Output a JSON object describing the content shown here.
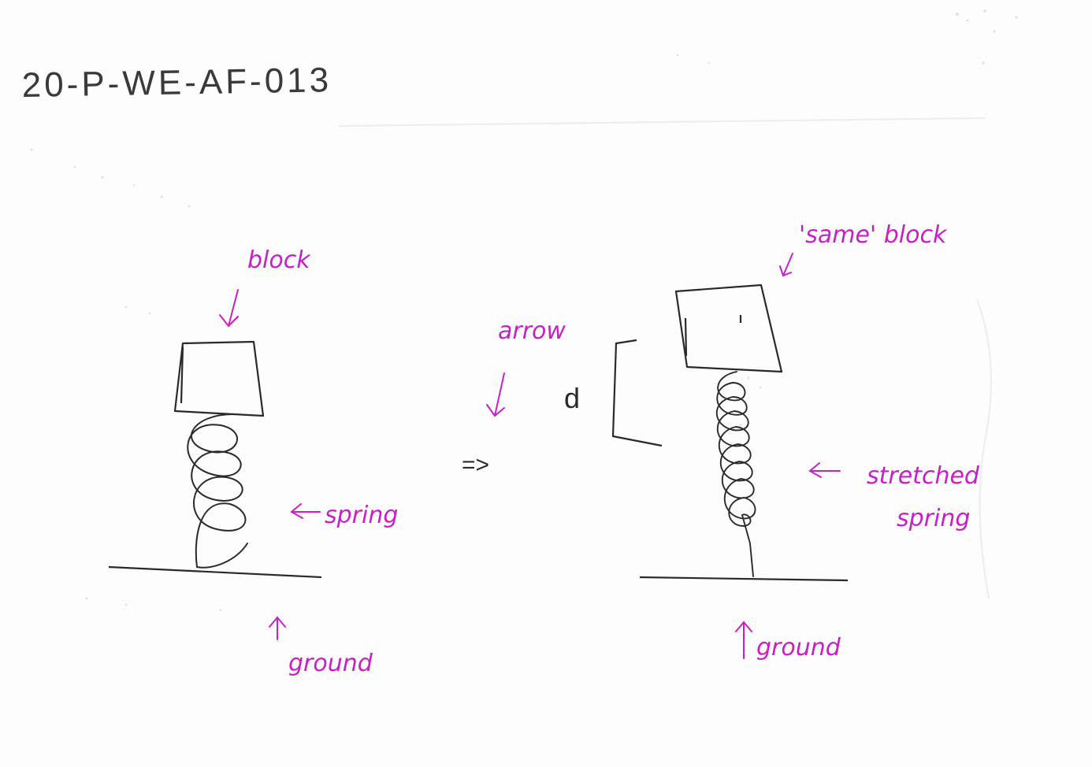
{
  "diagram_id": "20-P-WE-AF-013",
  "colors": {
    "ink": "#2a2a2a",
    "annotation": "#c81fc8",
    "paper": "#fdfdfd",
    "smudge": "#c9c9d6"
  },
  "left_figure": {
    "block_label": "block",
    "spring_label": "spring",
    "ground_label": "ground"
  },
  "middle": {
    "arrow_label": "arrow",
    "arrow_symbol": "=>",
    "distance_label": "d"
  },
  "right_figure": {
    "block_label": "'same' block",
    "spring_label_line1": "stretched",
    "spring_label_line2": "spring",
    "ground_label": "ground"
  }
}
